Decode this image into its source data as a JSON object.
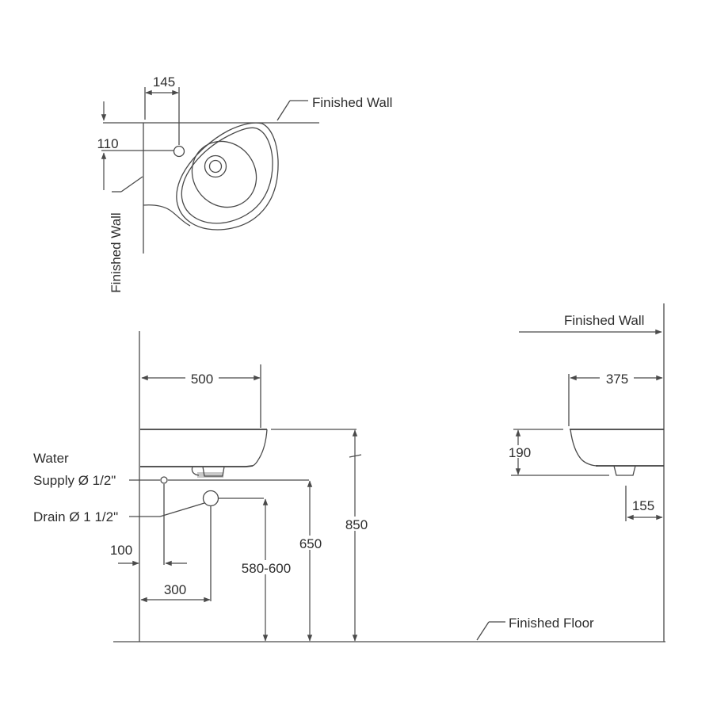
{
  "diagram": {
    "type": "basin installation dimension drawing",
    "colors": {
      "background": "#ffffff",
      "line": "#4a4a4a",
      "text": "#2e2e2e"
    },
    "top_view": {
      "dim_faucet_offset": "145",
      "dim_faucet_depth": "110",
      "finished_wall_top_label": "Finished Wall",
      "finished_wall_left_label": "Finished Wall"
    },
    "front_view": {
      "dim_width": "500",
      "dim_supply_offset": "100",
      "dim_drain_offset": "300",
      "dim_drain_height": "580-600",
      "dim_supply_height": "650",
      "dim_rim_height": "850",
      "water_supply_label_line1": "Water",
      "water_supply_label_line2": "Supply Ø 1/2\"",
      "drain_label": "Drain Ø 1 1/2\""
    },
    "side_view": {
      "finished_wall_label": "Finished Wall",
      "dim_depth": "375",
      "dim_body_height": "190",
      "dim_drain_to_wall": "155"
    },
    "floor_label": "Finished Floor"
  }
}
